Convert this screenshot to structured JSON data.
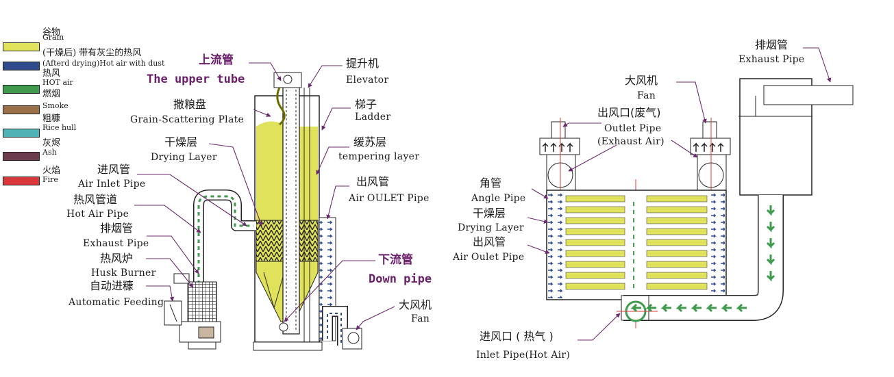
{
  "legend": [
    {
      "cn": "谷物",
      "en": "Grain",
      "color": "#dfe25a"
    },
    {
      "cn": "(干燥后) 带有灰尘的热风",
      "en": "(Afterd drying)Hot air with dust",
      "color": "#2f4b8c"
    },
    {
      "cn": "热风",
      "en": "HOT air",
      "color": "#3f9a4e"
    },
    {
      "cn": "燃烟",
      "en": "Smoke",
      "color": "#9a7048"
    },
    {
      "cn": "粗糠",
      "en": "Rice hull",
      "color": "#4fb2b5"
    },
    {
      "cn": "灰烬",
      "en": "Ash",
      "color": "#6b3c4e"
    },
    {
      "cn": "火焰",
      "en": "Fire",
      "color": "#d8383a"
    }
  ],
  "left": {
    "upper_tube_cn": "上流管",
    "upper_tube_en": "The upper tube",
    "elevator_cn": "提升机",
    "elevator_en": "Elevator",
    "scatter_cn": "撒粮盘",
    "scatter_en": "Grain-Scattering Plate",
    "ladder_cn": "梯子",
    "ladder_en": "Ladder",
    "drying_cn": "干燥层",
    "drying_en": "Drying Layer",
    "tempering_cn": "缓苏层",
    "tempering_en": "tempering layer",
    "inlet_cn": "进风管",
    "inlet_en": "Air Inlet Pipe",
    "outlet_cn": "出风管",
    "outlet_en": "Air OULET Pipe",
    "hotair_cn": "热风管道",
    "hotair_en": "Hot Air Pipe",
    "exhaust_cn": "排烟管",
    "exhaust_en": "Exhaust Pipe",
    "burner_cn": "热风炉",
    "burner_en": "Husk Burner",
    "feeding_cn": "自动进糠",
    "feeding_en": "Automatic Feeding",
    "down_cn": "下流管",
    "down_en": "Down pipe",
    "fan_cn": "大风机",
    "fan_en": "Fan"
  },
  "right": {
    "exhaust_cn": "排烟管",
    "exhaust_en": "Exhaust Pipe",
    "fan_cn": "大风机",
    "fan_en": "Fan",
    "outlet_cn": "出风口(废气)",
    "outlet_en": "Outlet Pipe",
    "outlet_sub": "(Exhaust Air)",
    "angle_cn": "角管",
    "angle_en": "Angle Pipe",
    "drying_cn": "干燥层",
    "drying_en": "Drying Layer",
    "airoutlet_cn": "出风管",
    "airoutlet_en": "Air Oulet Pipe",
    "inlet_cn": "进风口 ( 热气 )",
    "inlet_en": "Inlet Pipe(Hot Air)"
  }
}
